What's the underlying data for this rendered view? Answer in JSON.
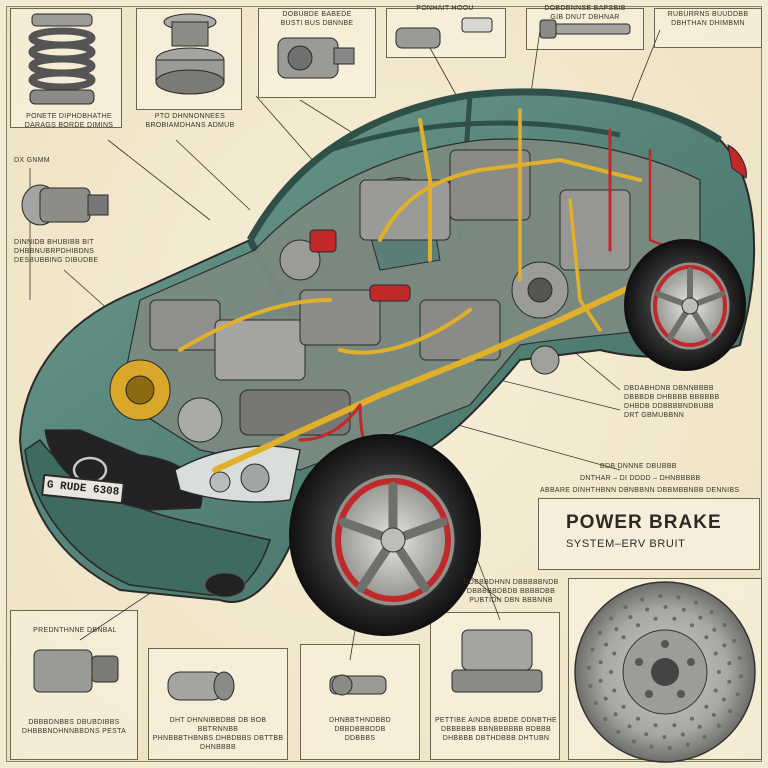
{
  "title": {
    "main": "POWER BRAKE",
    "sub": "SYSTEM–ERV BRUIT"
  },
  "license_plate": "G RUDE 6308",
  "captions": {
    "top_left": "PONETE DIPHDBHATHE\nDARAGS BORDE DIMINS",
    "top_mid": "PTO DHNNONNEES\nBROBIAMDHANS ADMUB",
    "top_box_1": "DOBUBDE BABEDE\nBUSTI BUS DBNNBE",
    "top_box_2": "PONHAIT HOOU",
    "top_box_3": "DOBDENNSE BAPSBIB\nGIB DNUT DBHNAR",
    "top_box_4": "RUBURRNS BUUDDBB\nDBHTHAN DHIMBMN",
    "left_1": "DX GNMM",
    "left_2": "DINNIDB BHUBIBB BIT\nDHBBNUBRPDHIBDNS\nDESBUBBING DIBUDBE",
    "right_mid": "DBDABHDNB DBNNBBBB\nDBBBDB DHBBBB BBBBBB\nDHBDB DDBBBBNDBUBB\nDRT GBMUBBNN",
    "right_low_1": "BDB DNNNE DBUBBB",
    "right_low_2": "DNTHAR – DI DDDD – DHNBBBBB",
    "right_low_3": "ABBARE DINHTHBNN DBNBBNN DBBMBBNBB DENNIBS",
    "mid_low": "DDBBBDHNN DBBBBBNDB\nDBBBBBDBDB BBBBDBB\nPUBTIDN DBN BBBNNB",
    "bottom_1": "PREDNTHNNE DBNBAL",
    "bottom_1b": "DBBBDNBBS DBUBDIBBS\nDHBBBNDHNNBBDNS PESTA",
    "bottom_2": "DHT DHNNIBBDBB DB BOB BBTRNNBB\nPHNBBBTHBNBS DHBDBBS DBTTBB DHNBBBB",
    "bottom_3": "DHNBBTHNDBBD\nDBBDBBBDDB\nDDBBBS",
    "bottom_4": "PETTIBE AINDB BDBDE DDNBTHE\nDBBBBBB BBNBBBBBB BDBBB\nDHBBBB DBTHDBBB DHTUBN"
  },
  "colors": {
    "background": "#f3ead3",
    "car_body": "#4f7d73",
    "pipe_yellow": "#e0b02a",
    "accent_red": "#c0282a",
    "metal": "#9c9c98",
    "outline": "#2a2a2a"
  }
}
